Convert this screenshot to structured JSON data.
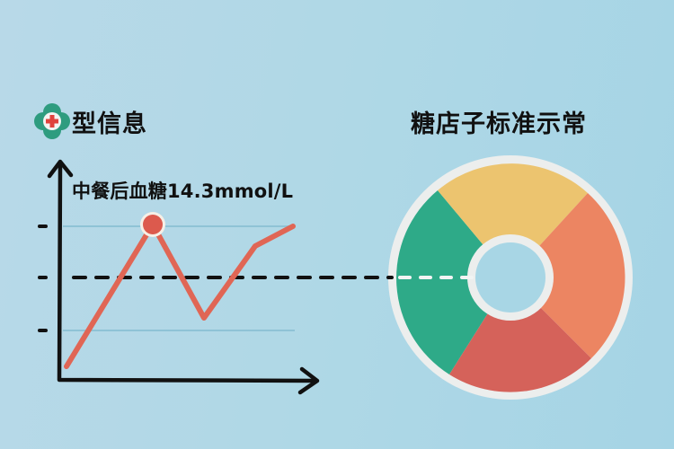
{
  "left_panel": {
    "title": "型信息",
    "icon": "medical-cross-icon",
    "annotation": "中餐后血糖14.3mmol/L"
  },
  "right_panel": {
    "title": "糖店子标准示常"
  },
  "colors": {
    "background": "#afd8e6",
    "line": "#e06655",
    "axis": "#111111",
    "reference_line": "#8fc3d6",
    "icon_green": "#2e9c7f",
    "icon_cross": "#e0433d",
    "segment_green": "#2eaa88",
    "segment_yellow": "#ecc46f",
    "segment_orange": "#ec8562",
    "segment_red": "#d5625a",
    "ring_border": "#eceeed"
  },
  "chart_data": [
    {
      "type": "line",
      "title": "",
      "annotation": "中餐后血糖14.3mmol/L",
      "xlabel": "",
      "ylabel": "",
      "x": [
        0,
        1,
        2,
        3,
        4
      ],
      "series": [
        {
          "name": "血糖",
          "values": [
            1.1,
            14.3,
            5.8,
            12.2,
            14.1
          ]
        }
      ],
      "highlight_point": {
        "x": 1,
        "y": 14.3,
        "label": "中餐后血糖14.3mmol/L"
      },
      "reference_lines": [
        {
          "style": "solid-light",
          "level": "upper"
        },
        {
          "style": "dashed",
          "level": "middle"
        },
        {
          "style": "solid-light",
          "level": "lower"
        }
      ],
      "y_ticks": 3,
      "grid": false
    },
    {
      "type": "pie",
      "title": "糖店子标准示常",
      "style": "donut",
      "labels": [
        "yellow",
        "orange",
        "red",
        "green"
      ],
      "values": [
        25,
        25,
        25,
        25
      ],
      "colors": [
        "#ecc46f",
        "#ec8562",
        "#d5625a",
        "#2eaa88"
      ]
    }
  ]
}
